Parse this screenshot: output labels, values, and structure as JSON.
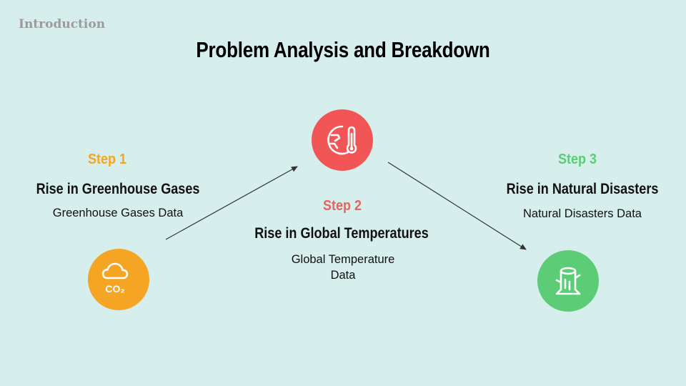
{
  "section_label": "Introduction",
  "title": "Problem Analysis and Breakdown",
  "colors": {
    "background": "#d6efec",
    "step1": "#f5a524",
    "step2": "#f25555",
    "step3": "#5ccc76",
    "step2_label": "#e96360"
  },
  "steps": [
    {
      "label": "Step 1",
      "heading": "Rise in Greenhouse Gases",
      "description": "Greenhouse Gases Data",
      "icon": "co2-cloud-icon",
      "icon_text": "CO₂"
    },
    {
      "label": "Step 2",
      "heading": "Rise in Global Temperatures",
      "description_line1": "Global Temperature",
      "description_line2": "Data",
      "icon": "globe-thermometer-icon"
    },
    {
      "label": "Step 3",
      "heading": "Rise in Natural Disasters",
      "description": "Natural Disasters Data",
      "icon": "tree-stump-icon"
    }
  ]
}
